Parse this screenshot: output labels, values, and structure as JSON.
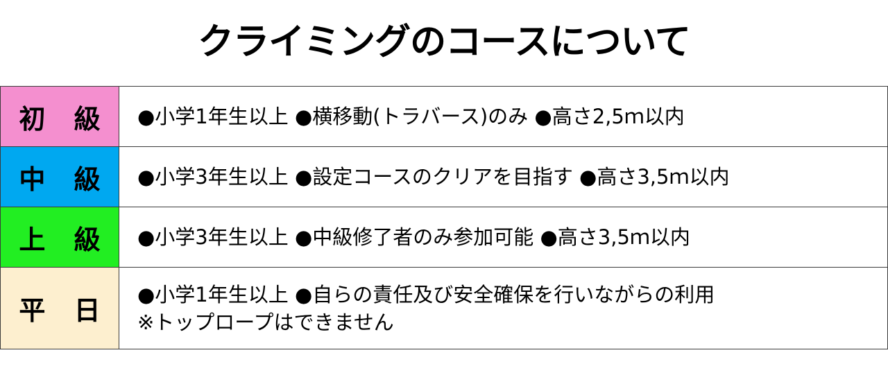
{
  "title": "クライミングのコースについて",
  "colors": {
    "shokyu": "#f48fcf",
    "chukyu": "#00a8f0",
    "jokyu": "#22ee22",
    "heijitsu": "#fdefcf",
    "border": "#3a3a3a"
  },
  "courses": [
    {
      "label": "初 級",
      "lines": [
        "●小学1年生以上 ●横移動(トラバース)のみ ●高さ2,5ｍ以内"
      ]
    },
    {
      "label": "中 級",
      "lines": [
        "●小学3年生以上 ●設定コースのクリアを目指す ●高さ3,5ｍ以内"
      ]
    },
    {
      "label": "上 級",
      "lines": [
        "●小学3年生以上 ●中級修了者のみ参加可能 ●高さ3,5ｍ以内"
      ]
    },
    {
      "label": "平 日",
      "lines": [
        "●小学1年生以上 ●自らの責任及び安全確保を行いながらの利用",
        "※トップロープはできません"
      ]
    }
  ]
}
